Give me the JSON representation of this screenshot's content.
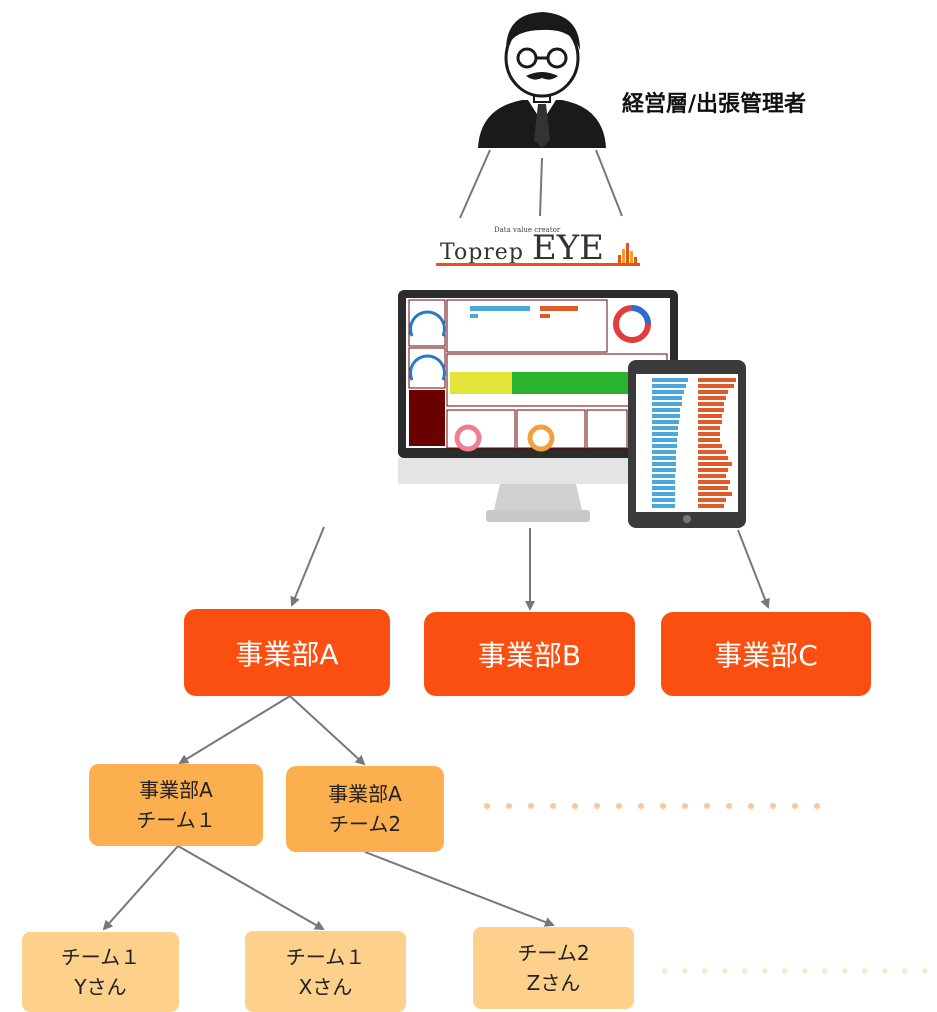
{
  "role": {
    "title": "経営層/出張管理者"
  },
  "logo": {
    "tagline": "Data value creator",
    "word_a": "Toprep",
    "word_b": "EYE",
    "brand_color": "#e8521a"
  },
  "devices": {
    "desktop_icon": "desktop-monitor-icon",
    "tablet_icon": "tablet-icon",
    "screen_content": "dashboard-charts"
  },
  "divisions": [
    {
      "label": "事業部A"
    },
    {
      "label": "事業部B"
    },
    {
      "label": "事業部C"
    }
  ],
  "teams": [
    {
      "line1": "事業部A",
      "line2": "チーム１"
    },
    {
      "line1": "事業部A",
      "line2": "チーム2"
    }
  ],
  "members": [
    {
      "line1": "チーム１",
      "line2": "Yさん"
    },
    {
      "line1": "チーム１",
      "line2": "Xさん"
    },
    {
      "line1": "チーム2",
      "line2": "Zさん"
    }
  ],
  "colors": {
    "division": "#fb4f12",
    "team": "#fcaf4f",
    "member": "#fdd08c",
    "dots_team": "#f9c79a",
    "dots_member": "#fde6c4",
    "connector": "#777777"
  }
}
